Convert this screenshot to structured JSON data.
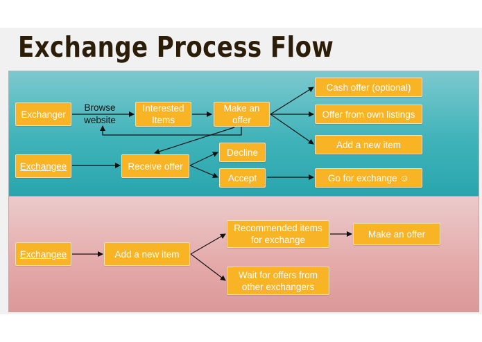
{
  "title": "Exchange Process Flow",
  "colors": {
    "node_fill": "#f8b424",
    "top_panel": "#3fb3b9",
    "bottom_panel": "#e4a9a9",
    "title_text": "#2b1d07"
  },
  "top_flow": {
    "exchanger": "Exchanger",
    "browse_website": "Browse website",
    "interested_items": "Interested Items",
    "make_an_offer": "Make an offer",
    "cash_offer": "Cash offer (optional)",
    "offer_from_own_listings": "Offer from own listings",
    "add_new_item": "Add a new item",
    "exchangee": "Exchangee",
    "receive_offer": "Receive offer",
    "decline": "Decline",
    "accept": "Accept",
    "go_for_exchange": "Go for exchange ☺"
  },
  "bottom_flow": {
    "exchangee": "Exchangee",
    "add_new_item": "Add a new item",
    "recommended_items": "Recommended items for exchange",
    "make_an_offer": "Make an offer",
    "wait_for_offers": "Wait for offers from other exchangers"
  }
}
